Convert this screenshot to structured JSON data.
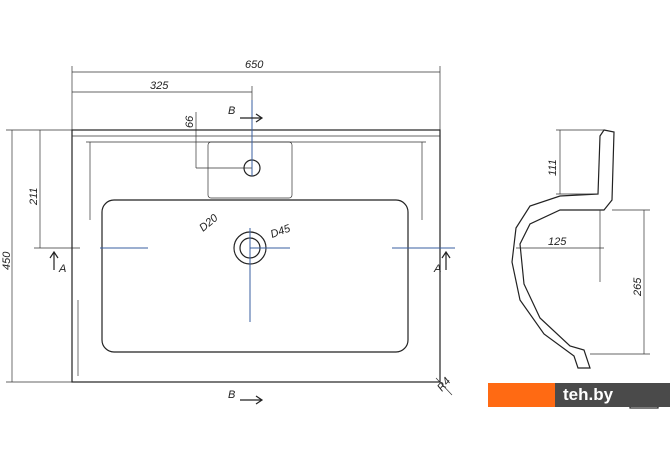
{
  "drawing": {
    "dims": {
      "width_total": "650",
      "width_half": "325",
      "height_total": "450",
      "height_tap": "211",
      "tap_offset": "66",
      "drain_inner": "D20",
      "drain_outer": "D45",
      "corner_radius": "R4",
      "profile_top": "111",
      "profile_depth": "125",
      "profile_height": "265"
    },
    "section_labels": {
      "b_top": "B",
      "b_bottom": "B",
      "a_left": "A",
      "a_right": "A"
    }
  },
  "watermark": {
    "text": "teh.by",
    "colors": {
      "orange": "#ff6a13",
      "gray": "#4a4a4a"
    }
  }
}
